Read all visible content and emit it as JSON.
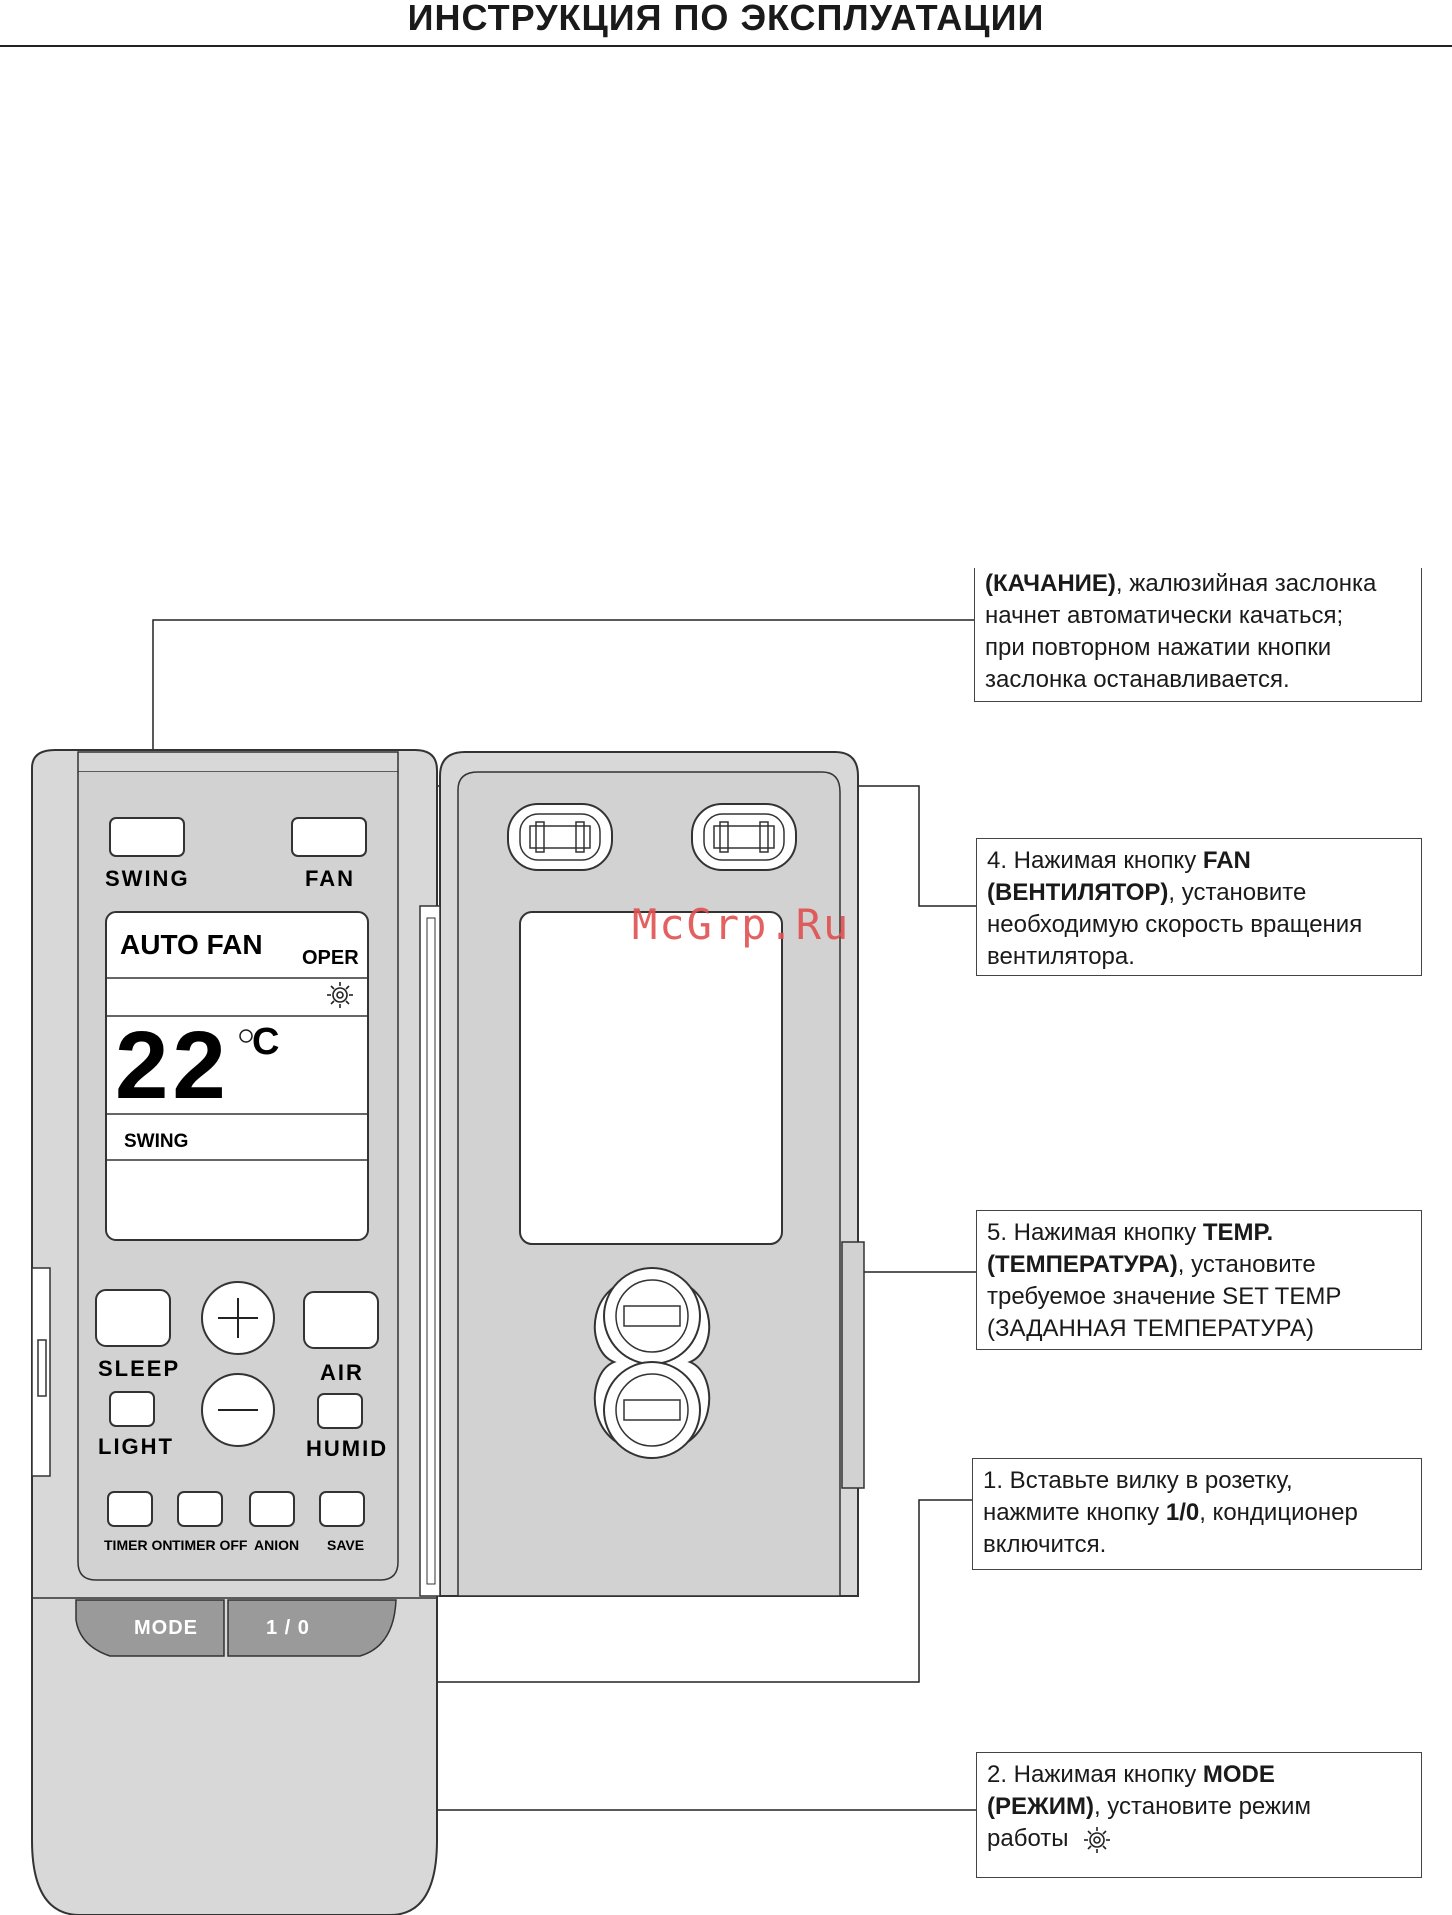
{
  "header": {
    "title": "ИНСТРУКЦИЯ ПО ЭКСПЛУАТАЦИИ"
  },
  "watermark": "McGrp.Ru",
  "remote": {
    "buttons": {
      "swing": "SWING",
      "fan": "FAN",
      "sleep": "SLEEP",
      "air": "AIR",
      "light": "LIGHT",
      "humid": "HUMID",
      "timer_on": "TIMER ON",
      "timer_off": "TIMER OFF",
      "anion": "ANION",
      "save": "SAVE",
      "mode": "MODE",
      "power": "1 / 0"
    },
    "display": {
      "auto_fan": "AUTO  FAN",
      "oper": "OPER",
      "temperature": "22",
      "unit": "C",
      "swing": "SWING"
    }
  },
  "callouts": {
    "swing": {
      "bold_part": "(КАЧАНИЕ)",
      "line1_rest": ", жалюзийная заслонка",
      "line2": "начнет автоматически качаться;",
      "line3": "при повторном нажатии кнопки",
      "line4": "заслонка останавливается."
    },
    "fan": {
      "prefix": "4. Нажимая кнопку ",
      "bold1": "FAN",
      "bold2": "(ВЕНТИЛЯТОР)",
      "rest2": ", установите",
      "line3": "необходимую скорость вращения",
      "line4": "вентилятора."
    },
    "temp": {
      "prefix": "5. Нажимая кнопку ",
      "bold1": "TEMP.",
      "bold2": "(ТЕМПЕРАТУРА)",
      "rest2": ", установите",
      "line3": "требуемое значение SET TEMP",
      "line4": "(ЗАДАННАЯ ТЕМПЕРАТУРА)"
    },
    "power": {
      "prefix": "1. Вставьте вилку в розетку,",
      "line2_prefix": "нажмите кнопку ",
      "bold1": "1/0",
      "line2_rest": ", кондиционер",
      "line3": "включится."
    },
    "mode": {
      "prefix": "2. Нажимая кнопку ",
      "bold1": "MODE",
      "bold2": "(РЕЖИМ)",
      "rest2": ", установите режим",
      "line3": "работы"
    }
  }
}
